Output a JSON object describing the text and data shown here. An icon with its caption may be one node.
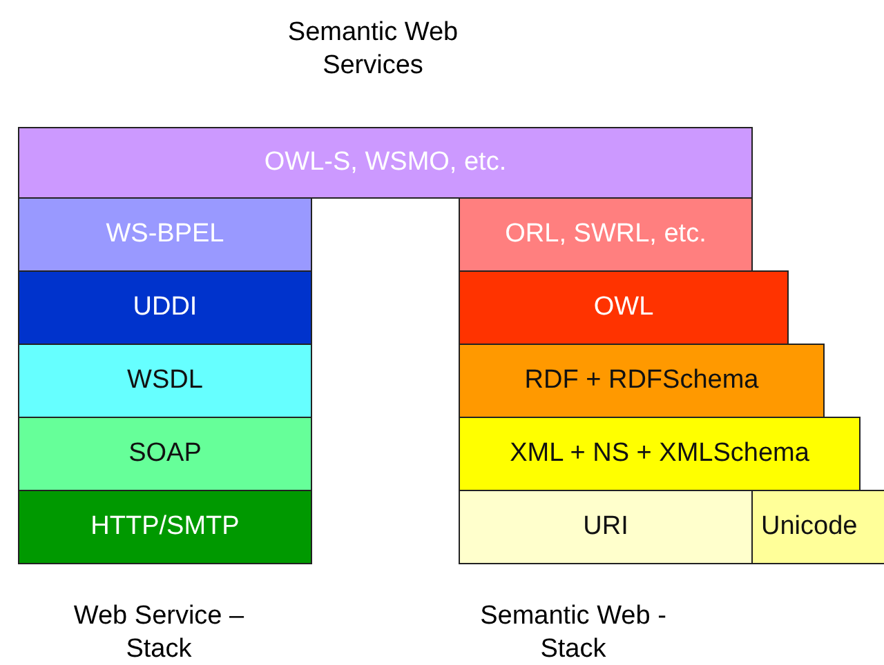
{
  "diagram": {
    "title": "Semantic Web Services",
    "nodes": [
      {
        "text": [
          "OWL-S, WSMO, etc."
        ]
      },
      {
        "text": [
          "WS-BPEL"
        ]
      },
      {
        "text": [
          "UDDI"
        ]
      },
      {
        "text": [
          "WSDL"
        ]
      },
      {
        "text": [
          "SOAP"
        ]
      },
      {
        "text": [
          "HTTP/SMTP"
        ]
      },
      {
        "text": [
          "ORL, SWRL, etc."
        ]
      },
      {
        "text": [
          "OWL"
        ]
      },
      {
        "text": [
          "RDF + RDFSchema"
        ]
      },
      {
        "text": [
          "XML + NS + XMLSchema"
        ]
      },
      {
        "text": [
          "URI"
        ]
      },
      {
        "text": [
          "Unicode"
        ]
      }
    ],
    "labels": [
      "Web Service – Stack",
      "Semantic Web - Stack"
    ]
  }
}
